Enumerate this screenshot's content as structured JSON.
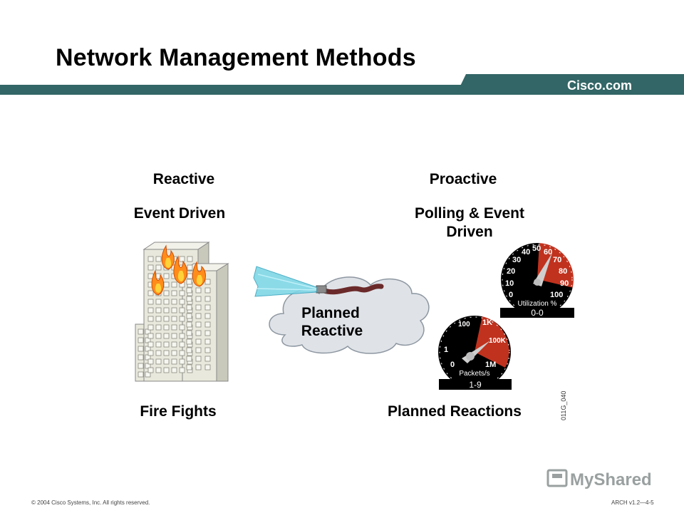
{
  "slide": {
    "title": "Network Management Methods",
    "brand": "Cisco.com",
    "left": {
      "heading": "Reactive",
      "subheading": "Event Driven",
      "caption": "Fire Fights"
    },
    "center": {
      "line1": "Planned",
      "line2": "Reactive"
    },
    "right": {
      "heading": "Proactive",
      "subheading_line1": "Polling & Event",
      "subheading_line2": "Driven",
      "caption": "Planned Reactions"
    },
    "gauge_utilization": {
      "ticks": [
        "0",
        "10",
        "20",
        "30",
        "40",
        "50",
        "60",
        "70",
        "80",
        "90",
        "100"
      ],
      "label": "Utilization %",
      "base_label": "0-0"
    },
    "gauge_packets": {
      "ticks": [
        "0",
        "1",
        "100",
        "1K",
        "100K",
        "1M"
      ],
      "label": "Packets/s",
      "base_label": "1-9"
    },
    "figure_code": "011G_040",
    "footer": {
      "copyright": "© 2004 Cisco Systems, Inc. All rights reserved.",
      "logo_text": "MyShared",
      "page_ref": "ARCH v1.2—4-5"
    },
    "colors": {
      "band": "#336666",
      "gauge_red": "#c0321e",
      "building": "#e8e8dc",
      "cloud": "#dfe3e8"
    }
  }
}
